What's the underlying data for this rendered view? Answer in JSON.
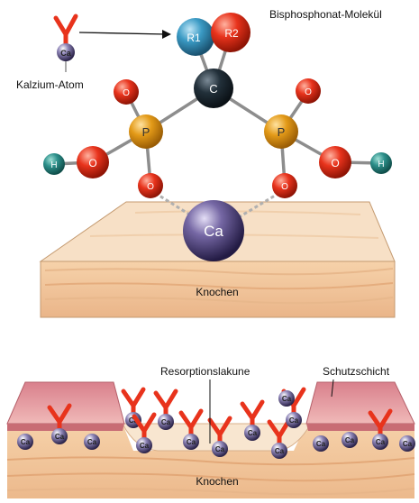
{
  "labels": {
    "molecule": "Bisphosphonat-Molekül",
    "calcium_atom": "Kalzium-Atom",
    "bone_top": "Knochen",
    "resorption_lacuna": "Resorptionslakune",
    "protective_layer": "Schutzschicht",
    "bone_bottom": "Knochen"
  },
  "atoms": {
    "ca": "Ca",
    "c": "C",
    "p": "P",
    "o": "O",
    "h": "H",
    "r1": "R1",
    "r2": "R2"
  },
  "colors": {
    "oxygen": "#e8331c",
    "phosphorus": "#e39a18",
    "carbon": "#22303a",
    "hydrogen": "#2c8f8a",
    "r1": "#3a9ac4",
    "calcium": "#5c4f86",
    "bone_top": "#f6dcc0",
    "bone_side": "#f3c9a0",
    "molecule_marker": "#e8331c"
  }
}
